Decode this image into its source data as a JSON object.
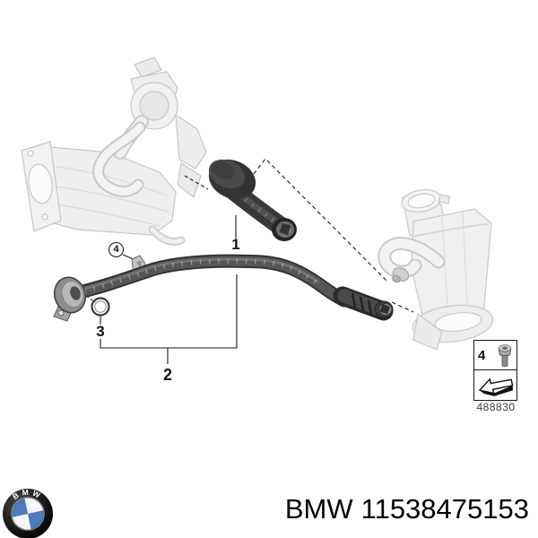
{
  "diagram": {
    "callouts": [
      {
        "id": "1"
      },
      {
        "id": "2"
      },
      {
        "id": "3"
      },
      {
        "id": "4"
      }
    ],
    "legend": {
      "item_number": "4",
      "diagram_code": "488830"
    }
  },
  "footer": {
    "logo_letters": "BMW",
    "brand": "BMW",
    "part_number": "11538475153"
  },
  "colors": {
    "background": "#ffffff",
    "leader_line": "#1a1a1a",
    "dark_part": "#3c3c3c",
    "faded_part": "#efefef",
    "bmw_blue": "#4a7cc2"
  }
}
